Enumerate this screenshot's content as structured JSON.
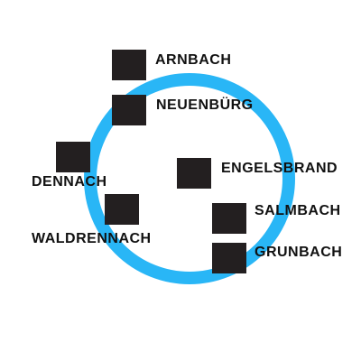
{
  "diagram": {
    "colors": {
      "ring": "#29b6f6",
      "stop": "#231f20",
      "label": "#111111",
      "background": "#ffffff"
    },
    "stations": [
      {
        "id": "arnbach",
        "name": "ARNBACH"
      },
      {
        "id": "neuenburg",
        "name": "NEUENBÜRG"
      },
      {
        "id": "dennach",
        "name": "DENNACH"
      },
      {
        "id": "engelsbrand",
        "name": "ENGELSBRAND"
      },
      {
        "id": "waldrennach",
        "name": "WALDRENNACH"
      },
      {
        "id": "salmbach",
        "name": "SALMBACH"
      },
      {
        "id": "grunbach",
        "name": "GRUNBACH"
      }
    ]
  }
}
